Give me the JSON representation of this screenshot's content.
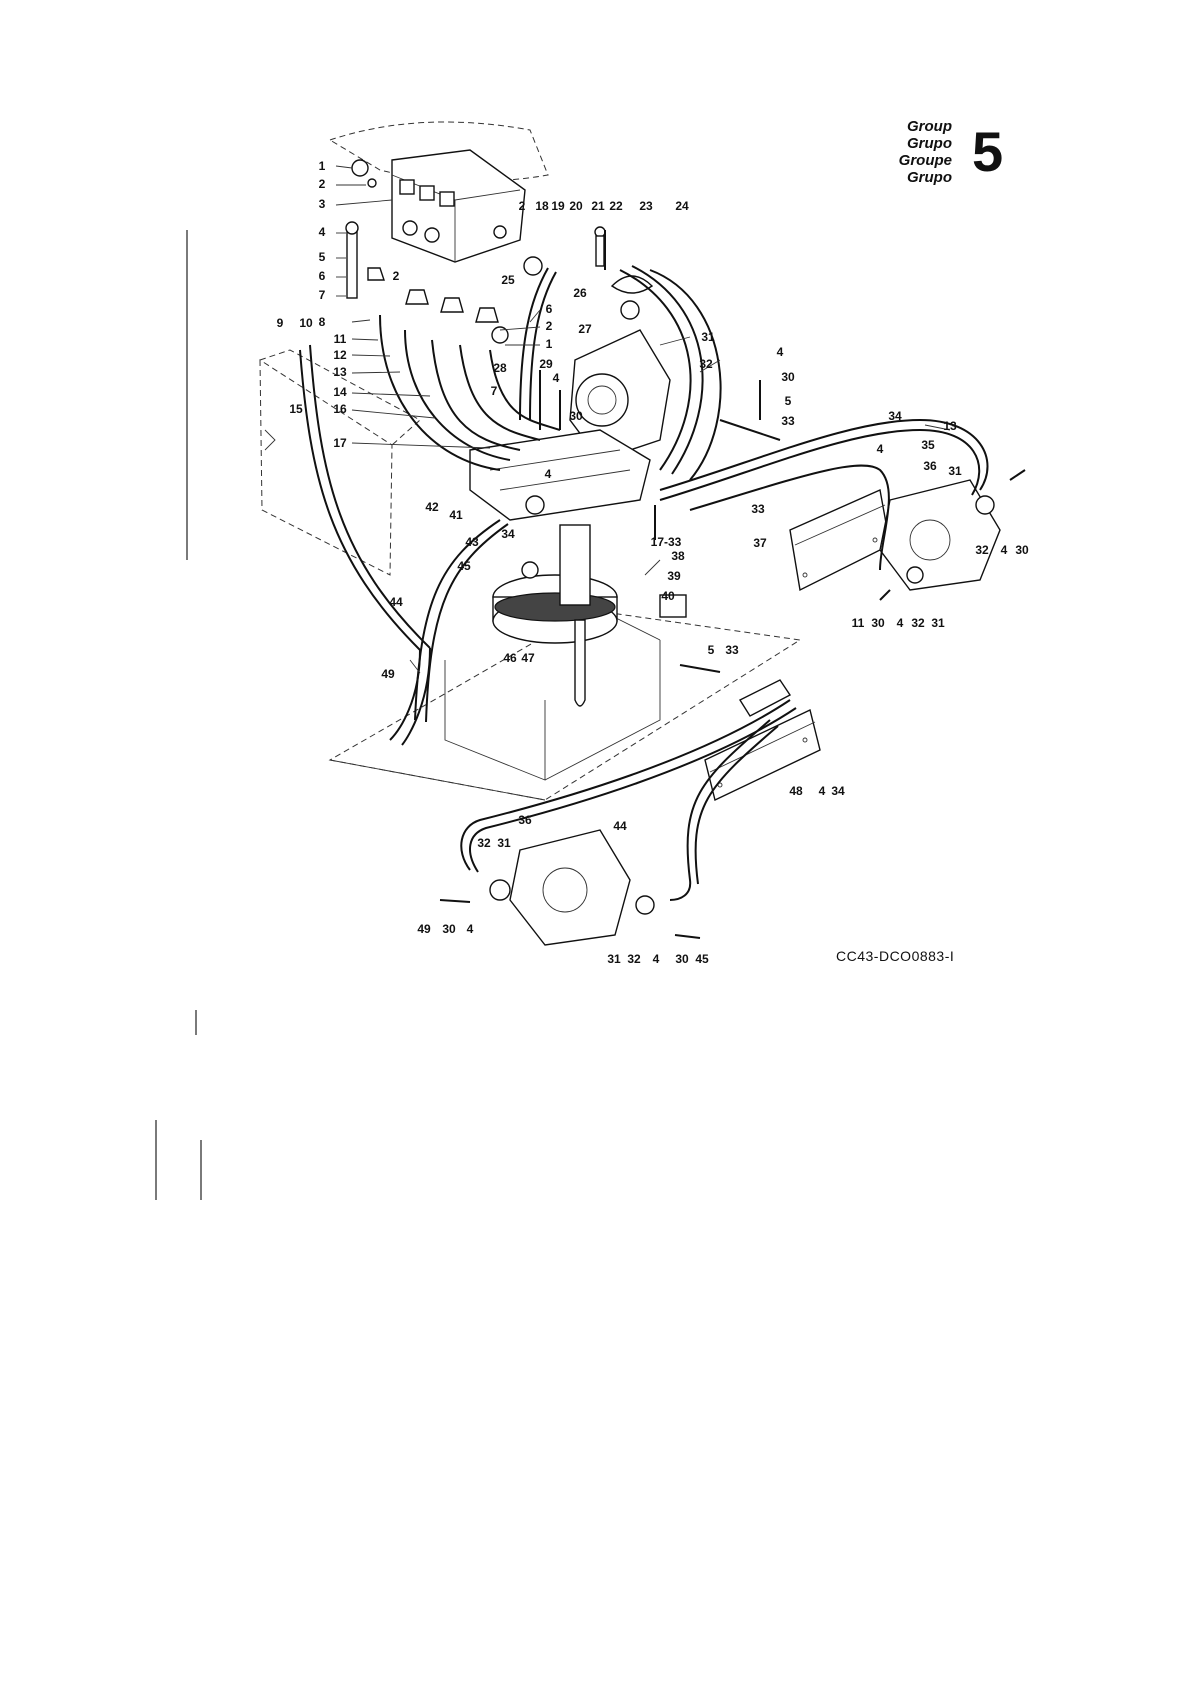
{
  "group": {
    "labels": [
      "Group",
      "Grupo",
      "Groupe",
      "Grupo"
    ],
    "number": "5"
  },
  "figure_id": "CC43-DCO0883-I",
  "callouts": [
    {
      "text": "1"
    },
    {
      "text": "2"
    },
    {
      "text": "3"
    },
    {
      "text": "4"
    },
    {
      "text": "5"
    },
    {
      "text": "6"
    },
    {
      "text": "7"
    },
    {
      "text": "2"
    },
    {
      "text": "18"
    },
    {
      "text": "19"
    },
    {
      "text": "20"
    },
    {
      "text": "21"
    },
    {
      "text": "22"
    },
    {
      "text": "23"
    },
    {
      "text": "24"
    },
    {
      "text": "2"
    },
    {
      "text": "25"
    },
    {
      "text": "26"
    },
    {
      "text": "27"
    },
    {
      "text": "6"
    },
    {
      "text": "2"
    },
    {
      "text": "1"
    },
    {
      "text": "9"
    },
    {
      "text": "10"
    },
    {
      "text": "8"
    },
    {
      "text": "11"
    },
    {
      "text": "12"
    },
    {
      "text": "13"
    },
    {
      "text": "14"
    },
    {
      "text": "16"
    },
    {
      "text": "15"
    },
    {
      "text": "17"
    },
    {
      "text": "29"
    },
    {
      "text": "28"
    },
    {
      "text": "4"
    },
    {
      "text": "7"
    },
    {
      "text": "30"
    },
    {
      "text": "31"
    },
    {
      "text": "32"
    },
    {
      "text": "4"
    },
    {
      "text": "30"
    },
    {
      "text": "5"
    },
    {
      "text": "33"
    },
    {
      "text": "34"
    },
    {
      "text": "4"
    },
    {
      "text": "35"
    },
    {
      "text": "13"
    },
    {
      "text": "36"
    },
    {
      "text": "31"
    },
    {
      "text": "32"
    },
    {
      "text": "4"
    },
    {
      "text": "30"
    },
    {
      "text": "33"
    },
    {
      "text": "37"
    },
    {
      "text": "11"
    },
    {
      "text": "30"
    },
    {
      "text": "4"
    },
    {
      "text": "32"
    },
    {
      "text": "31"
    },
    {
      "text": "4"
    },
    {
      "text": "42"
    },
    {
      "text": "41"
    },
    {
      "text": "43"
    },
    {
      "text": "34"
    },
    {
      "text": "17-33"
    },
    {
      "text": "38"
    },
    {
      "text": "39"
    },
    {
      "text": "45"
    },
    {
      "text": "44"
    },
    {
      "text": "40"
    },
    {
      "text": "46"
    },
    {
      "text": "47"
    },
    {
      "text": "49"
    },
    {
      "text": "5"
    },
    {
      "text": "33"
    },
    {
      "text": "48"
    },
    {
      "text": "4"
    },
    {
      "text": "34"
    },
    {
      "text": "36"
    },
    {
      "text": "44"
    },
    {
      "text": "32"
    },
    {
      "text": "31"
    },
    {
      "text": "49"
    },
    {
      "text": "30"
    },
    {
      "text": "4"
    },
    {
      "text": "31"
    },
    {
      "text": "32"
    },
    {
      "text": "4"
    },
    {
      "text": "30"
    },
    {
      "text": "45"
    }
  ]
}
